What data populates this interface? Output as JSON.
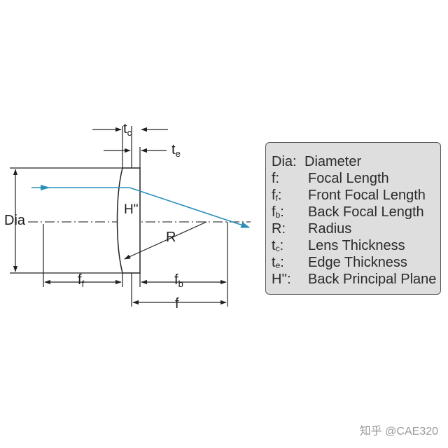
{
  "labels": {
    "tc_main": "t",
    "tc_sub": "c",
    "te_main": "t",
    "te_sub": "e",
    "h_principal": "H\"",
    "dia": "Dia",
    "radius": "R",
    "ff_main": "f",
    "ff_sub": "f",
    "fb_main": "f",
    "fb_sub": "b",
    "f": "f"
  },
  "legend": {
    "rows": [
      {
        "sym": "Dia:",
        "sub": "",
        "suffix": "",
        "def": "Diameter"
      },
      {
        "sym": "f:",
        "sub": "",
        "suffix": "",
        "def": "Focal Length"
      },
      {
        "sym": "f",
        "sub": "f",
        "suffix": ":",
        "def": "Front Focal Length"
      },
      {
        "sym": "f",
        "sub": "b",
        "suffix": ":",
        "def": "Back Focal Length"
      },
      {
        "sym": "R:",
        "sub": "",
        "suffix": "",
        "def": "Radius"
      },
      {
        "sym": "t",
        "sub": "c",
        "suffix": ":",
        "def": "Lens Thickness"
      },
      {
        "sym": "t",
        "sub": "e",
        "suffix": ":",
        "def": "Edge Thickness"
      },
      {
        "sym": "H'':",
        "sub": "",
        "suffix": "",
        "def": "Back Principal Plane"
      }
    ]
  },
  "watermark": "知乎 @CAE320",
  "colors": {
    "ray": "#2a8fb8",
    "line": "#222222",
    "legend_bg": "#dedede"
  }
}
